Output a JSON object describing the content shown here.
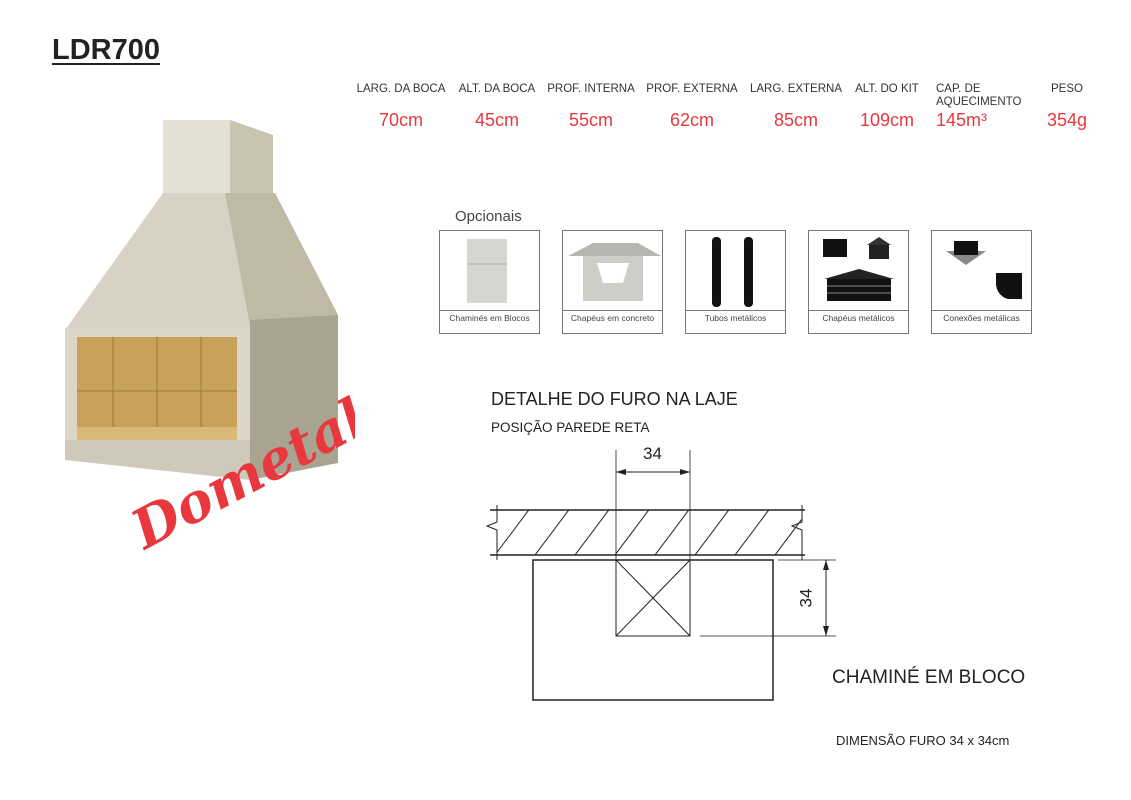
{
  "title": "LDR700",
  "specs": [
    {
      "label": "LARG. DA BOCA",
      "value": "70cm"
    },
    {
      "label": "ALT. DA BOCA",
      "value": "45cm"
    },
    {
      "label": "PROF. INTERNA",
      "value": "55cm"
    },
    {
      "label": "PROF. EXTERNA",
      "value": "62cm"
    },
    {
      "label": "LARG. EXTERNA",
      "value": "85cm"
    },
    {
      "label": "ALT. DO KIT",
      "value": "109cm"
    },
    {
      "label": "CAP. DE AQUECIMENTO",
      "value": "145m³"
    },
    {
      "label": "PESO",
      "value": "354g"
    }
  ],
  "brand": "Dometal",
  "optionals": {
    "heading": "Opcionais",
    "items": [
      {
        "label": "Chaminés em Blocos",
        "icon": "concrete-chimney-block-icon"
      },
      {
        "label": "Chapéus em concreto",
        "icon": "concrete-cap-icon"
      },
      {
        "label": "Tubos metálicos",
        "icon": "metal-tubes-icon"
      },
      {
        "label": "Chapéus metálicos",
        "icon": "metal-caps-icon"
      },
      {
        "label": "Conexões metálicas",
        "icon": "metal-connections-icon"
      }
    ]
  },
  "detail": {
    "title": "DETALHE DO FURO NA LAJE",
    "subtitle": "POSIÇÃO PAREDE RETA",
    "dim_width": "34",
    "dim_height": "34",
    "block_label": "CHAMINÉ EM BLOCO",
    "hole_dimension": "DIMENSÃO FURO 34 x 34cm"
  },
  "colors": {
    "accent": "#e8383d",
    "concrete": "#d8d3c6",
    "firebrick": "#c9a25a"
  }
}
